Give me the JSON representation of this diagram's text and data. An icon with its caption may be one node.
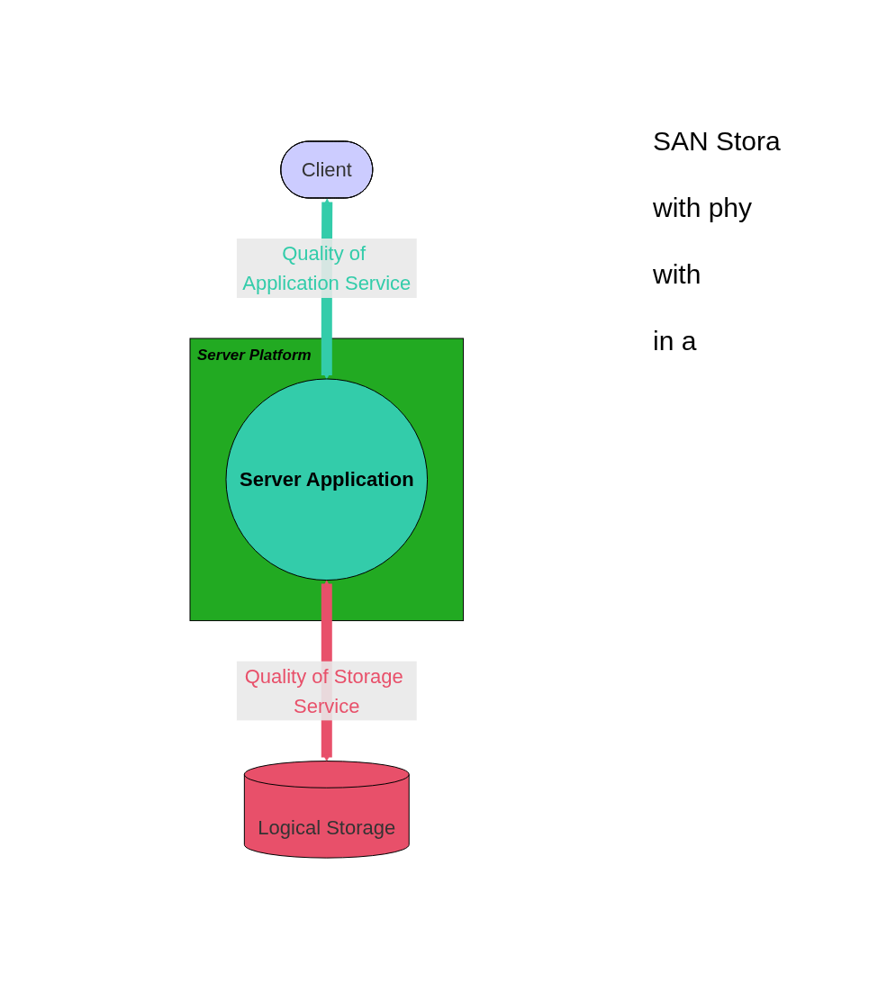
{
  "diagram": {
    "nodes": [
      {
        "text": [
          "Client"
        ]
      },
      {
        "text": [
          "Server Platform"
        ]
      },
      {
        "text": [
          "Server Application"
        ],
        "in": 1
      },
      {
        "text": [
          "Logical Storage"
        ]
      }
    ],
    "edges": [
      {
        "from": 0,
        "to": 2,
        "arrow": "both",
        "label": "Quality of Application Service",
        "color": "#33ccaa"
      },
      {
        "from": 2,
        "to": 3,
        "arrow": "both",
        "label": "Quality of Storage Service",
        "color": "#e8506a"
      }
    ],
    "labels": [
      "SAN Stora",
      "with phy",
      "with",
      "in a"
    ]
  }
}
